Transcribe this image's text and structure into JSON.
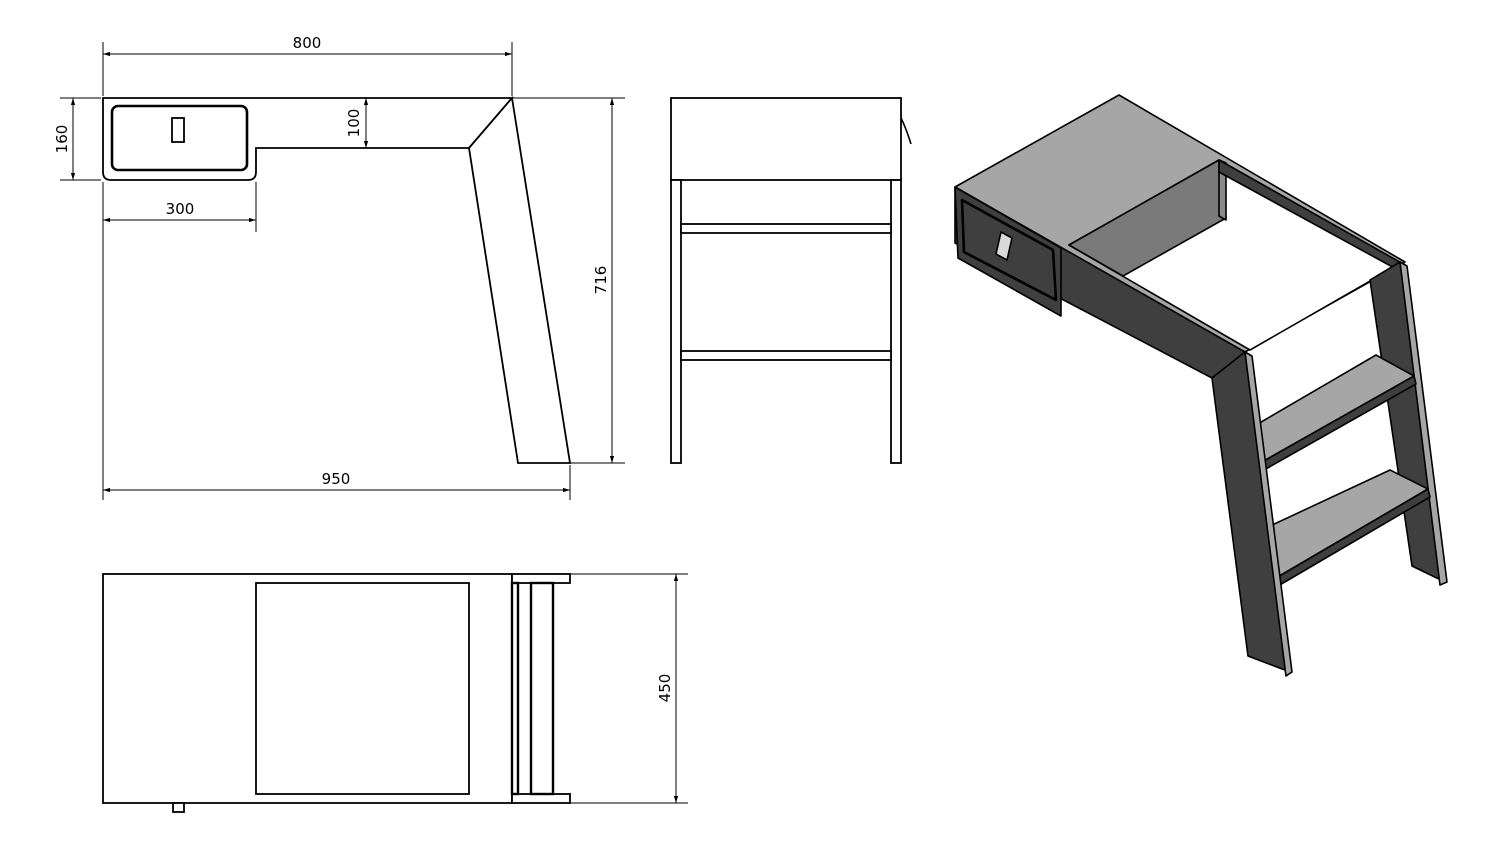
{
  "dimensions": {
    "width_top": "800",
    "drawer_height": "160",
    "top_thickness": "100",
    "drawer_width": "300",
    "overall_height": "716",
    "overall_width": "950",
    "depth": "450"
  },
  "colors": {
    "line": "#000000",
    "iso_top": "#a6a6a6",
    "iso_side_dark": "#3f3f3f",
    "iso_inner": "#7a7a7a",
    "iso_step": "#a6a6a6"
  }
}
